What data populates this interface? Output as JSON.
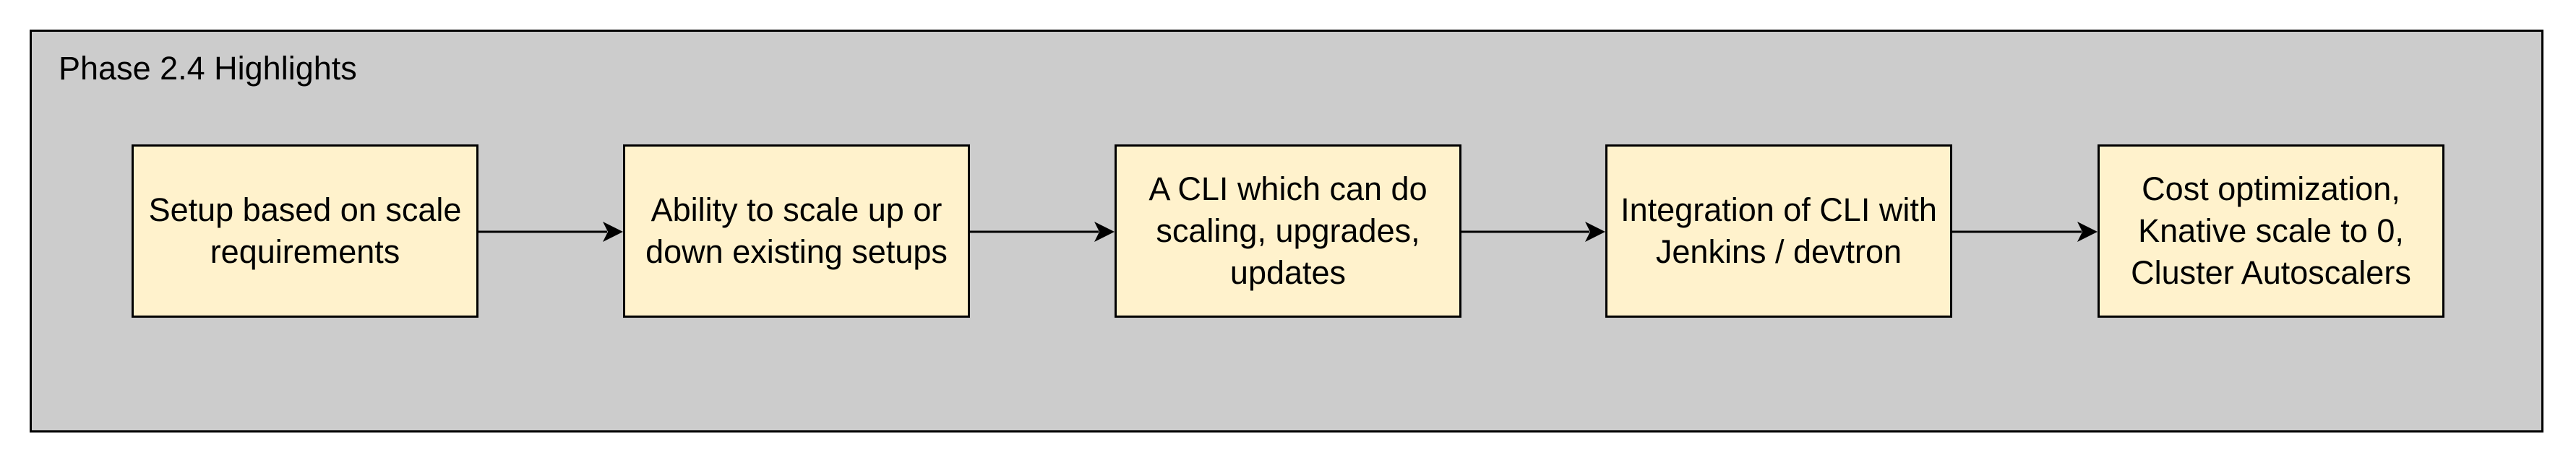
{
  "diagram": {
    "title": "Phase 2.4 Highlights",
    "steps": [
      {
        "label": "Setup based on scale requirements"
      },
      {
        "label": "Ability to scale up or down existing setups"
      },
      {
        "label": "A CLI which can do scaling, upgrades, updates"
      },
      {
        "label": "Integration of CLI with Jenkins / devtron"
      },
      {
        "label": "Cost optimization, Knative scale to 0, Cluster Autoscalers"
      }
    ],
    "colors": {
      "frame_fill": "#cccccc",
      "step_fill": "#fff2cc",
      "stroke": "#000000"
    }
  }
}
